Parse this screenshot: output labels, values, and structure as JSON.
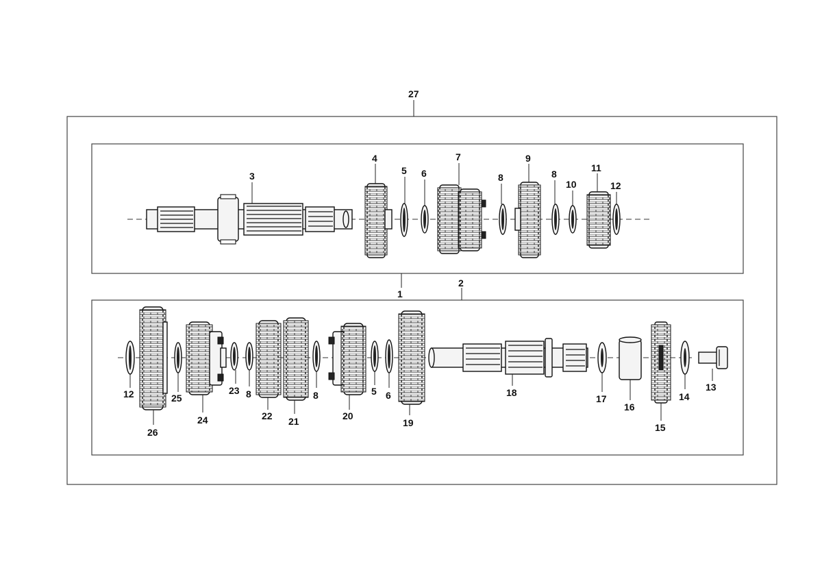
{
  "callouts": {
    "c27": "27",
    "c1": "1",
    "c2": "2",
    "c3": "3",
    "c4": "4",
    "c5a": "5",
    "c6a": "6",
    "c7": "7",
    "c8a": "8",
    "c9": "9",
    "c8b": "8",
    "c10": "10",
    "c11": "11",
    "c12a": "12",
    "c12b": "12",
    "c26": "26",
    "c25": "25",
    "c24": "24",
    "c23": "23",
    "c8c": "8",
    "c22": "22",
    "c21": "21",
    "c8d": "8",
    "c20": "20",
    "c5b": "5",
    "c6b": "6",
    "c19": "19",
    "c18": "18",
    "c17": "17",
    "c16": "16",
    "c15": "15",
    "c14": "14",
    "c13": "13"
  }
}
